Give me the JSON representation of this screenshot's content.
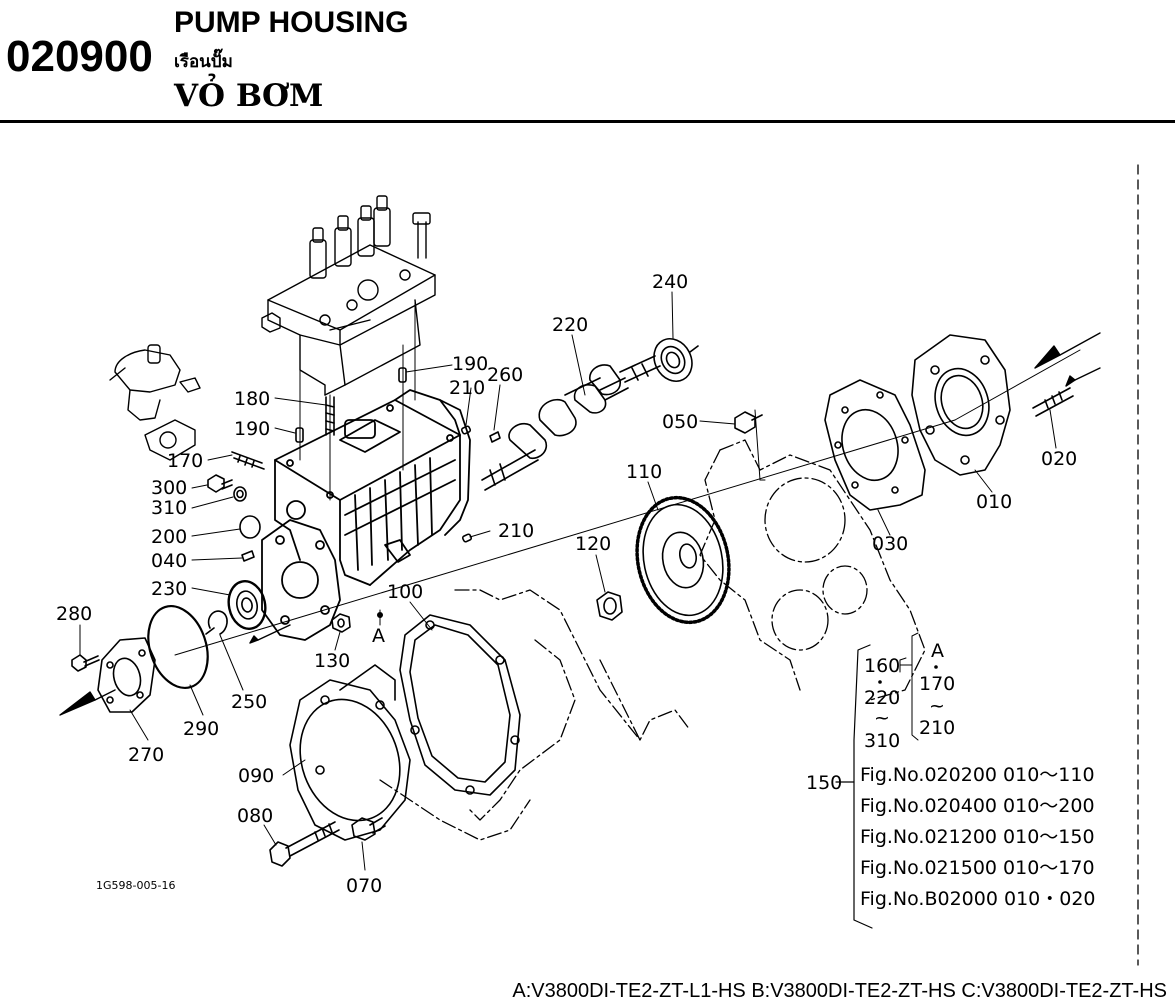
{
  "header": {
    "code": "020900",
    "title_en": "PUMP HOUSING",
    "title_th": "เรือนปั๊ม",
    "title_vi": "VỎ BƠM"
  },
  "callouts": {
    "c240": "240",
    "c220": "220",
    "c190a": "190",
    "c210a": "210",
    "c260": "260",
    "c180": "180",
    "c190b": "190",
    "c170": "170",
    "c300": "300",
    "c310": "310",
    "c200": "200",
    "c040": "040",
    "c230": "230",
    "c280": "280",
    "c270": "270",
    "c290": "290",
    "c250": "250",
    "c130": "130",
    "cA": "A",
    "c100": "100",
    "c090": "090",
    "c080": "080",
    "c070": "070",
    "c050": "050",
    "c110": "110",
    "c120": "120",
    "c210b": "210",
    "c030": "030",
    "c010": "010",
    "c020": "020"
  },
  "legend": {
    "g1_a": "160",
    "g1_b": "220",
    "g1_tilde": "~",
    "g1_c": "310",
    "g2_a": "A",
    "g2_b": "170",
    "g2_tilde": "~",
    "g2_c": "210",
    "ref150": "150",
    "rows": [
      "Fig.No.020200  010～110",
      "Fig.No.020400  010～200",
      "Fig.No.021200  010～150",
      "Fig.No.021500  010～170",
      "Fig.No.B02000  010・020"
    ]
  },
  "drawing_id": "1G598-005-16",
  "footer": "A:V3800DI-TE2-ZT-L1-HS B:V3800DI-TE2-ZT-HS C:V3800DI-TE2-ZT-HS"
}
